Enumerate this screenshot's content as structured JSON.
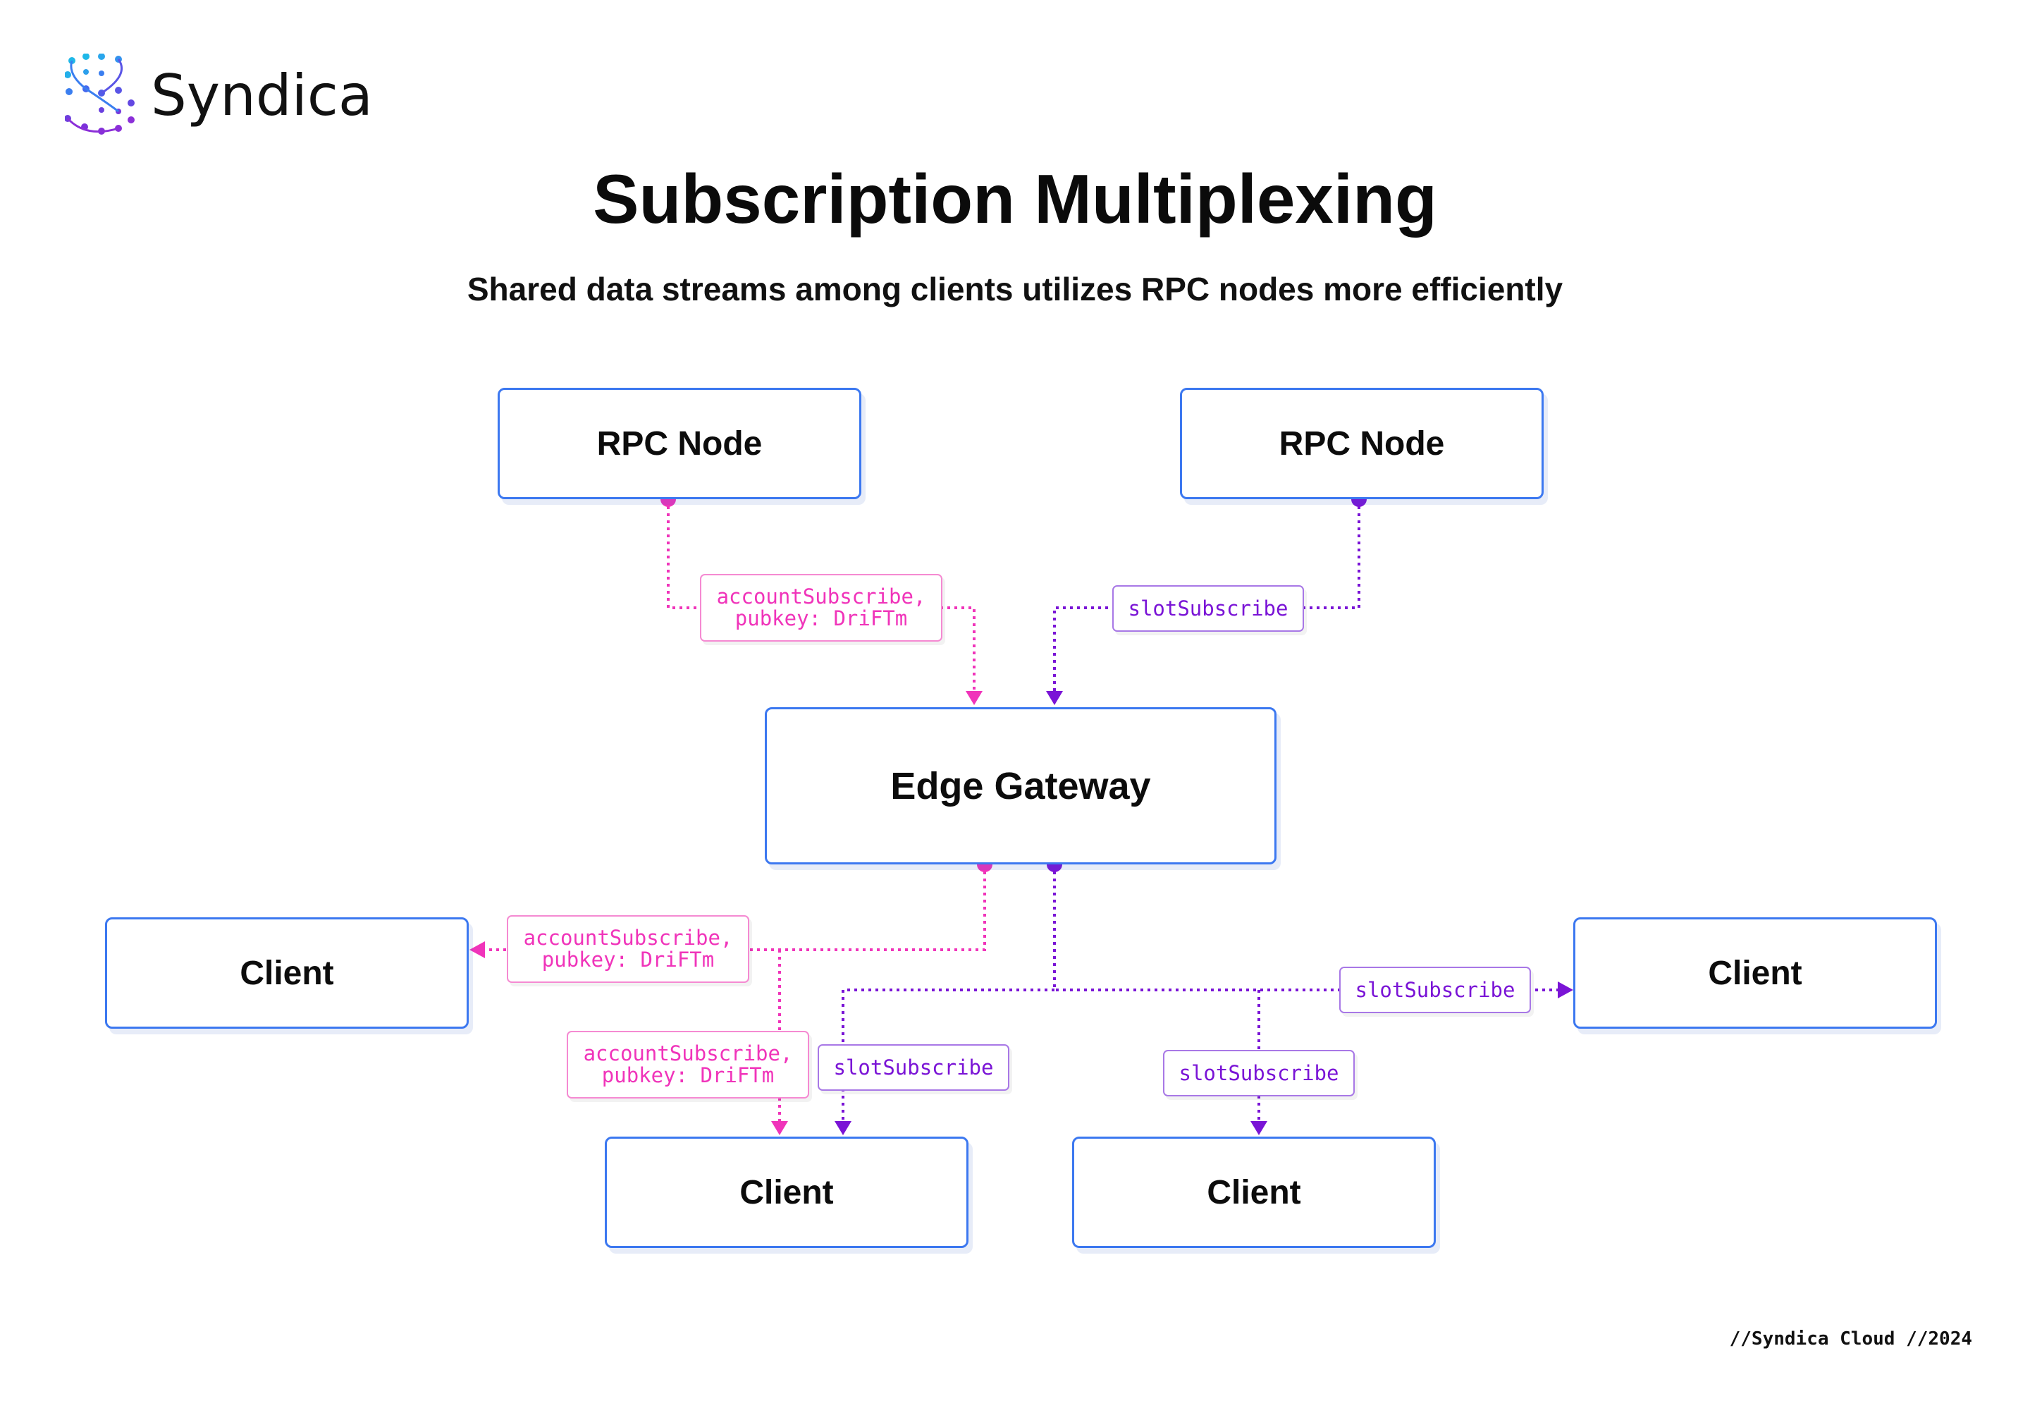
{
  "brand": {
    "name": "Syndica",
    "colors": [
      "#1fb8e8",
      "#3a7ef0",
      "#5a55e6",
      "#8b2fd8"
    ]
  },
  "title": "Subscription Multiplexing",
  "subtitle": "Shared data streams among clients utilizes RPC nodes more efficiently",
  "nodes": {
    "rpc_left": "RPC Node",
    "rpc_right": "RPC Node",
    "gateway": "Edge Gateway",
    "client_left": "Client",
    "client_right": "Client",
    "client_bottom_left": "Client",
    "client_bottom_right": "Client"
  },
  "labels": {
    "account_rpc": "accountSubscribe,\npubkey: DriFTm",
    "slot_rpc": "slotSubscribe",
    "account_client_left": "accountSubscribe,\npubkey: DriFTm",
    "account_client_bottom": "accountSubscribe,\npubkey: DriFTm",
    "slot_client_bottom_left": "slotSubscribe",
    "slot_client_bottom_right": "slotSubscribe",
    "slot_client_right": "slotSubscribe"
  },
  "colors": {
    "account_stream": "#f034ba",
    "slot_stream": "#7a14d6",
    "node_border": "#3c78f0"
  },
  "footer": "//Syndica Cloud //2024"
}
